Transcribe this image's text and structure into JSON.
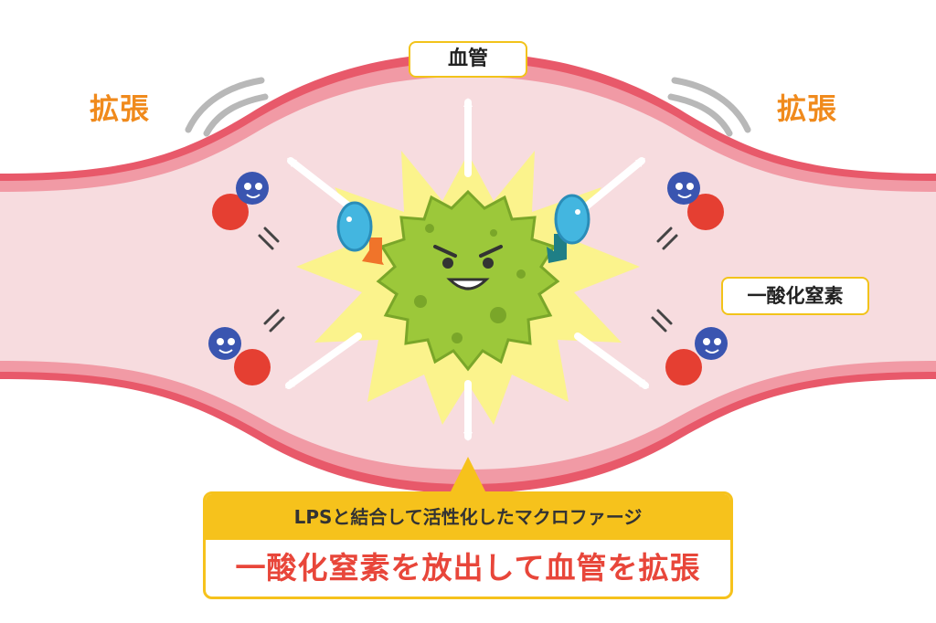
{
  "labels": {
    "vessel": "血管",
    "nitric_oxide": "一酸化窒素",
    "dilation_left": "拡張",
    "dilation_right": "拡張"
  },
  "caption": {
    "heading": "LPSと結合して活性化したマクロファージ",
    "main": "一酸化窒素を放出して血管を拡張"
  },
  "colors": {
    "vessel_wall": "#e8596a",
    "vessel_inner": "#f7dcdf",
    "macrophage": "#9cc83a",
    "burst": "#fbf38c",
    "no_nitrogen": "#3a55b0",
    "no_oxygen": "#e53f32",
    "accent_yellow": "#f6c21c",
    "dilation_text": "#f08a1c",
    "caption_text": "#e8463a"
  },
  "icons": [
    "macrophage-icon",
    "lps-receptor-icon",
    "nitric-oxide-molecule-icon",
    "arrow-icon",
    "motion-lines-icon"
  ]
}
